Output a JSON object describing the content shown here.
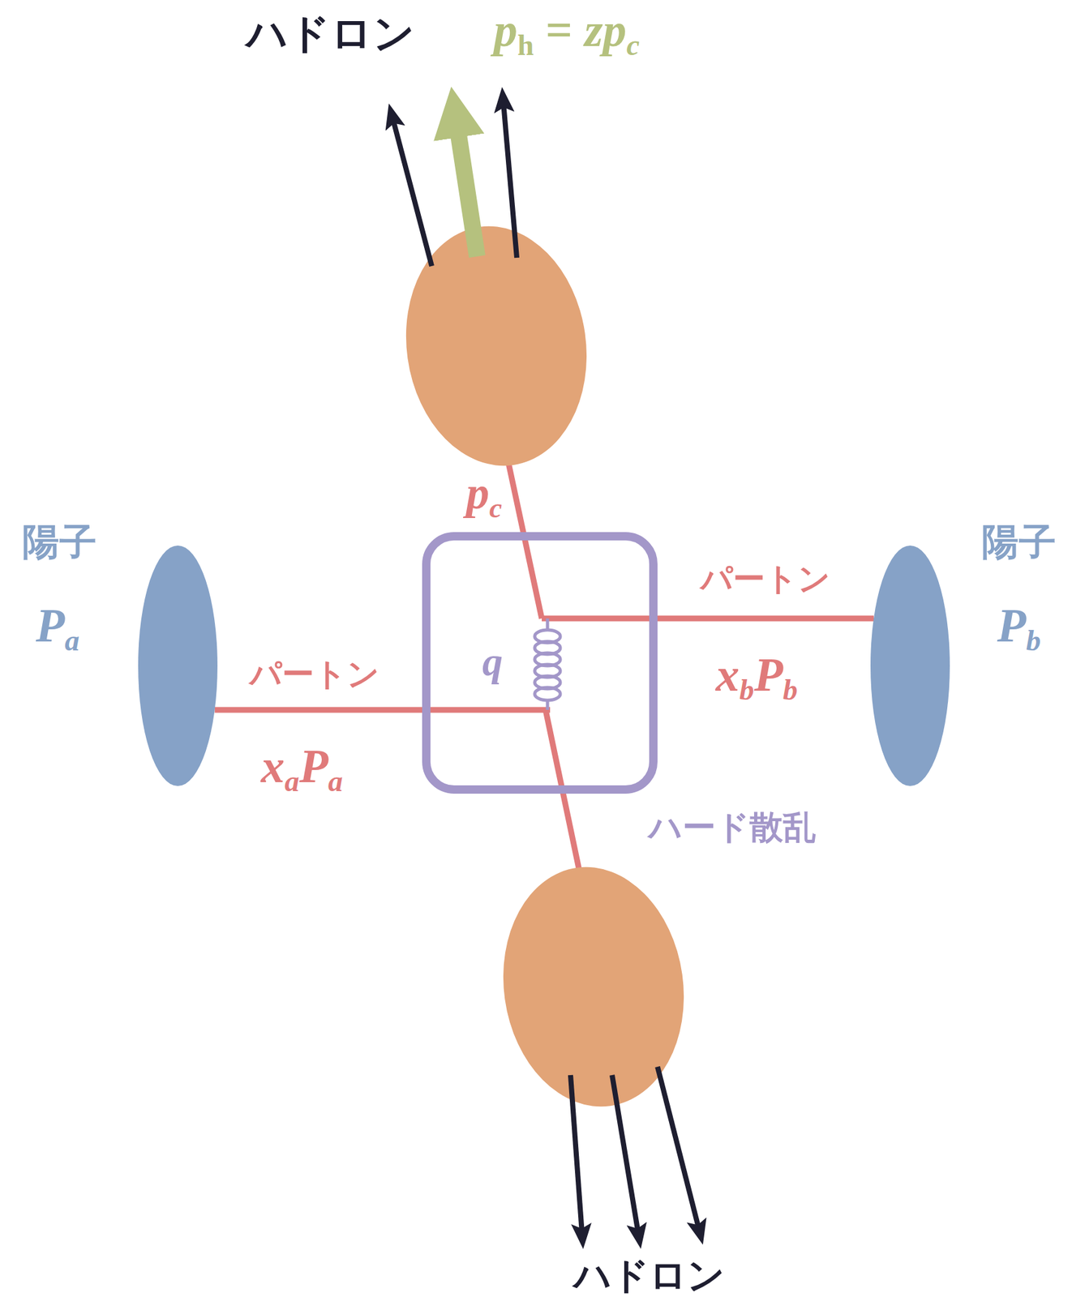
{
  "diagram": {
    "nodes": [
      {
        "text": [
          "陽子",
          "Pa"
        ]
      },
      {
        "text": [
          "陽子",
          "Pb"
        ]
      },
      {
        "text": [
          "ハード散乱",
          "q"
        ]
      }
    ],
    "edges": [
      {
        "from": 0,
        "to": 2,
        "arrow": "none",
        "label": "パートン"
      },
      {
        "from": 1,
        "to": 2,
        "arrow": "none",
        "label": "パートン"
      }
    ],
    "labels": [
      "ハドロン",
      "ph = zpc",
      "pc",
      "xaPa",
      "xbPb",
      "ハドロン"
    ]
  }
}
